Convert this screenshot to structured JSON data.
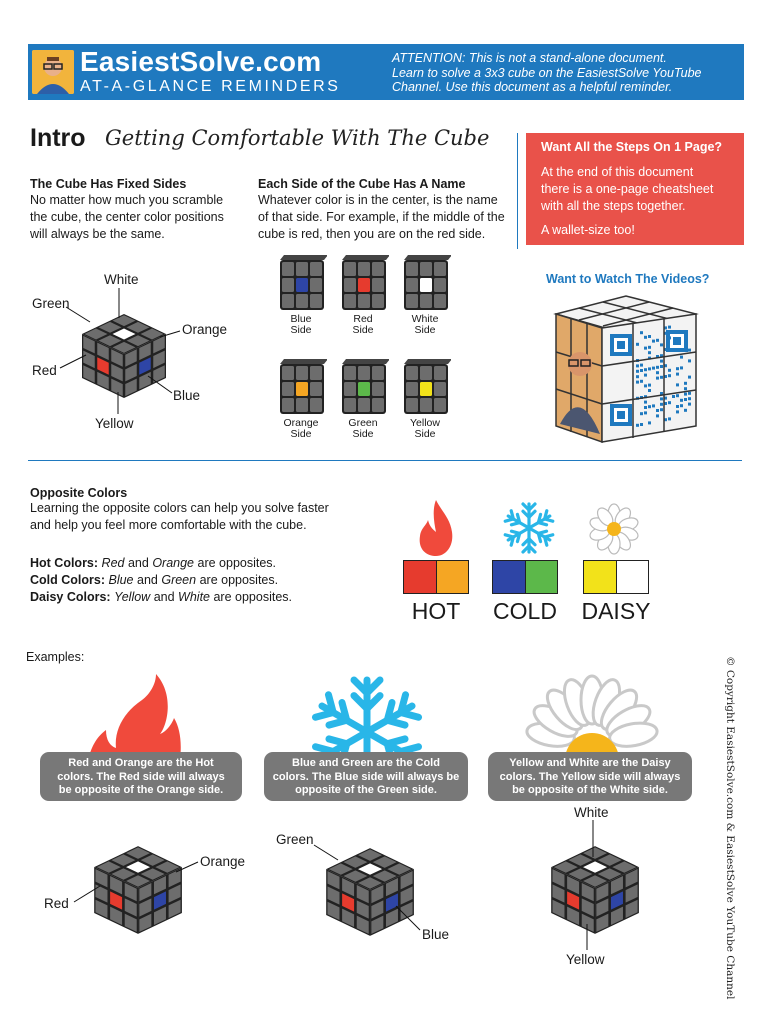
{
  "header": {
    "brand": "EasiestSolve.com",
    "tagline": "AT-A-GLANCE REMINDERS",
    "attention_lines": [
      "ATTENTION: This is not a stand-alone document.",
      "Learn to solve a 3x3 cube on the EasiestSolve YouTube",
      "Channel. Use this document as a helpful reminder."
    ]
  },
  "intro": {
    "title": "Intro",
    "subtitle": "Getting Comfortable With The Cube"
  },
  "fixed_sides": {
    "heading": "The Cube Has Fixed Sides",
    "body": [
      "No matter how much you scramble",
      "the cube, the center color positions",
      "will always be the same."
    ],
    "labels": {
      "white": "White",
      "green": "Green",
      "orange": "Orange",
      "red": "Red",
      "blue": "Blue",
      "yellow": "Yellow"
    }
  },
  "side_names": {
    "heading": "Each Side of the Cube Has A Name",
    "body": [
      "Whatever color is in the center, is the name",
      "of that side. For example, if the middle of the",
      "cube is red, then you are on the red side."
    ],
    "faces": [
      {
        "color": "#2e45a6",
        "line1": "Blue",
        "line2": "Side"
      },
      {
        "color": "#e63b2e",
        "line1": "Red",
        "line2": "Side"
      },
      {
        "color": "#ffffff",
        "line1": "White",
        "line2": "Side"
      },
      {
        "color": "#f5a623",
        "line1": "Orange",
        "line2": "Side"
      },
      {
        "color": "#5cb84a",
        "line1": "Green",
        "line2": "Side"
      },
      {
        "color": "#f2e21a",
        "line1": "Yellow",
        "line2": "Side"
      }
    ]
  },
  "cta": {
    "heading": "Want All the Steps On 1 Page?",
    "body": [
      "At the end of this document",
      "there is a one-page cheatsheet",
      "with all the steps together."
    ],
    "note": "A wallet-size too!",
    "videos": "Want to Watch The Videos?"
  },
  "opposite": {
    "heading": "Opposite Colors",
    "body": [
      "Learning the opposite colors can help you solve faster",
      "and help you feel more comfortable with the cube."
    ],
    "hot": {
      "label": "Hot Colors:",
      "a": "Red",
      "and": "and",
      "b": "Orange",
      "rest": "are opposites."
    },
    "cold": {
      "label": "Cold Colors:",
      "a": "Blue",
      "and": "and",
      "b": "Green",
      "rest": "are opposites."
    },
    "daisy": {
      "label": "Daisy Colors:",
      "a": "Yellow",
      "and": "and",
      "b": "White",
      "rest": "are opposites."
    },
    "groups": [
      {
        "name": "HOT",
        "c1": "#e63b2e",
        "c2": "#f5a623"
      },
      {
        "name": "COLD",
        "c1": "#2e45a6",
        "c2": "#5cb84a"
      },
      {
        "name": "DAISY",
        "c1": "#f2e21a",
        "c2": "#ffffff"
      }
    ]
  },
  "examples": {
    "label": "Examples:",
    "callouts": [
      [
        "Red and Orange are the Hot",
        "colors. The Red side will always",
        "be opposite of the Orange side."
      ],
      [
        "Blue and Green are the Cold",
        "colors. The Blue side will always be",
        "opposite of the Green side."
      ],
      [
        "Yellow and White are the Daisy",
        "colors. The Yellow side will always",
        "be opposite of the White side."
      ]
    ],
    "cube1": {
      "right": "Orange",
      "left": "Red"
    },
    "cube2": {
      "top": "Green",
      "bottom": "Blue"
    },
    "cube3": {
      "top": "White",
      "bottom": "Yellow"
    }
  },
  "copyright": "© Copyright EasiestSolve.com & EasiestSolve YouTube Channel",
  "colors": {
    "brand_blue": "#1f79bf",
    "cta_red": "#e9524a",
    "flame": "#f04a3c",
    "snow": "#29b6e8",
    "petal": "#c9c9c9",
    "sun": "#f5b51b",
    "cube_gray": "#6d6d6d"
  }
}
